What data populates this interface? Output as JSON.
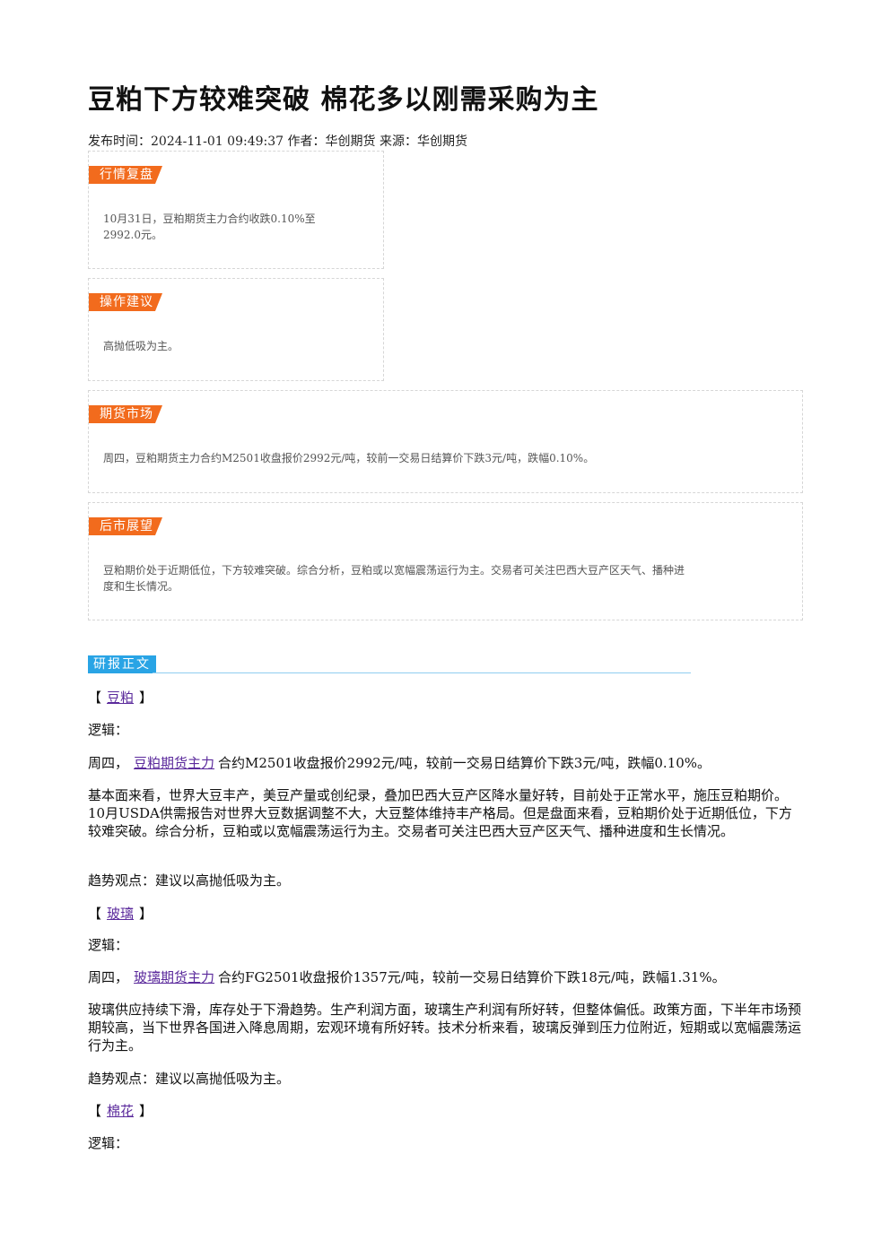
{
  "article": {
    "title": "豆粕下方较难突破 棉花多以刚需采购为主",
    "meta": "发布时间：2024-11-01 09:49:37 作者：华创期货 来源：华创期货"
  },
  "boxes": {
    "hangqing": {
      "tag": "行情复盘",
      "line1": "10月31日，豆粕期货主力合约收跌0.10%至",
      "line2": "2992.0元。"
    },
    "caozuo": {
      "tag": "操作建议",
      "text": "高抛低吸为主。"
    },
    "qihuo": {
      "tag": "期货市场",
      "text": "周四，豆粕期货主力合约M2501收盘报价2992元/吨，较前一交易日结算价下跌3元/吨，跌幅0.10%。"
    },
    "houshi": {
      "tag": "后市展望",
      "line1": "豆粕期价处于近期低位，下方较难突破。综合分析，豆粕或以宽幅震荡运行为主。交易者可关注巴西大豆产区天气、播种进",
      "line2": "度和生长情况。"
    }
  },
  "report": {
    "header": "研报正文",
    "doupo": {
      "bracket_open": "【",
      "name": "豆粕",
      "bracket_close": "】",
      "logic": "逻辑：",
      "p1_pre": "周四，",
      "p1_link": "豆粕期货主力",
      "p1_post": "合约M2501收盘报价2992元/吨，较前一交易日结算价下跌3元/吨，跌幅0.10%。",
      "p2": "基本面来看，世界大豆丰产，美豆产量或创纪录，叠加巴西大豆产区降水量好转，目前处于正常水平，施压豆粕期价。10月USDA供需报告对世界大豆数据调整不大，大豆整体维持丰产格局。但是盘面来看，豆粕期价处于近期低位，下方较难突破。综合分析，豆粕或以宽幅震荡运行为主。交易者可关注巴西大豆产区天气、播种进度和生长情况。",
      "trend": "趋势观点：建议以高抛低吸为主。"
    },
    "boli": {
      "bracket_open": "【",
      "name": "玻璃",
      "bracket_close": "】",
      "logic": "逻辑：",
      "p1_pre": "周四，",
      "p1_link": "玻璃期货主力",
      "p1_post": "合约FG2501收盘报价1357元/吨，较前一交易日结算价下跌18元/吨，跌幅1.31%。",
      "p2": "玻璃供应持续下滑，库存处于下滑趋势。生产利润方面，玻璃生产利润有所好转，但整体偏低。政策方面，下半年市场预期较高，当下世界各国进入降息周期，宏观环境有所好转。技术分析来看，玻璃反弹到压力位附近，短期或以宽幅震荡运行为主。",
      "trend": "趋势观点：建议以高抛低吸为主。"
    },
    "mianhua": {
      "bracket_open": "【",
      "name": "棉花",
      "bracket_close": "】",
      "logic": "逻辑："
    }
  }
}
